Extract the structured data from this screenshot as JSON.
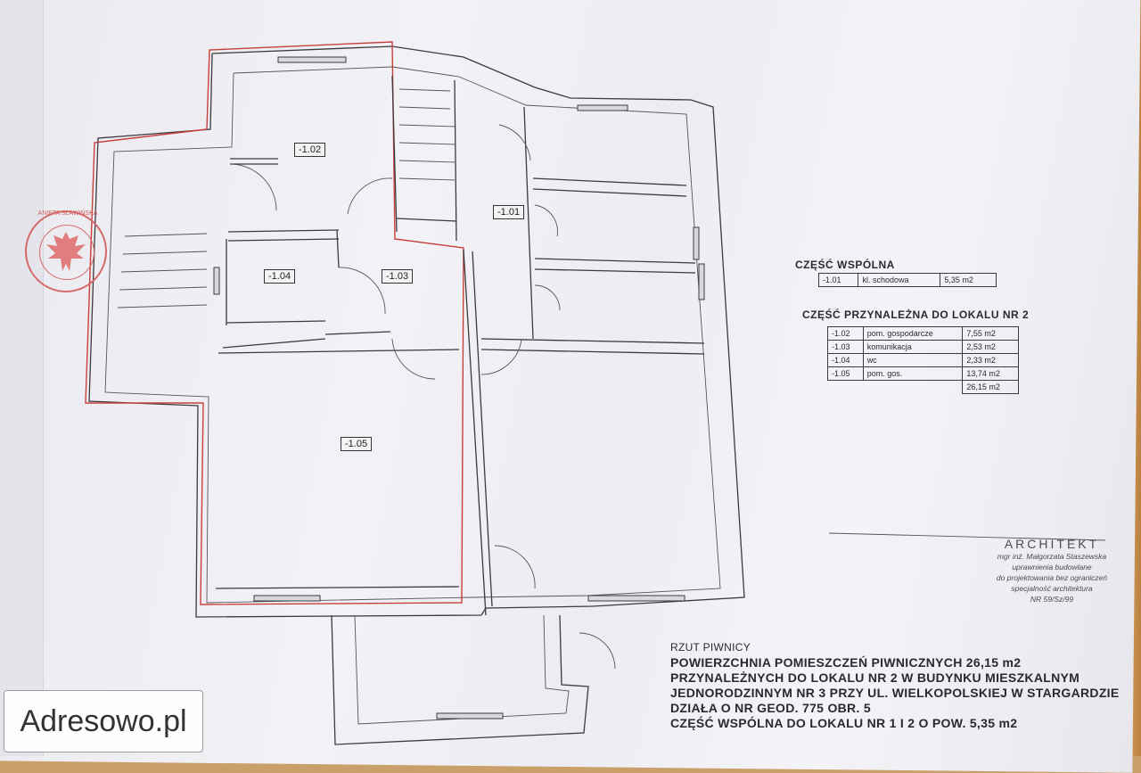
{
  "rooms": {
    "r102": "-1.02",
    "r101": "-1.01",
    "r104": "-1.04",
    "r103": "-1.03",
    "r105": "-1.05"
  },
  "common": {
    "heading": "CZĘŚĆ WSPÓLNA",
    "rows": [
      [
        "-1.01",
        "kl. schodowa",
        "5,35 m2"
      ]
    ]
  },
  "belonging": {
    "heading": "CZĘŚĆ PRZYNALEŻNA DO LOKALU NR 2",
    "rows": [
      [
        "-1.02",
        "pom. gospodarcze",
        "7,55 m2"
      ],
      [
        "-1.03",
        "komunikacja",
        "2,53 m2"
      ],
      [
        "-1.04",
        "wc",
        "2,33 m2"
      ],
      [
        "-1.05",
        "pom. gos.",
        "13,74 m2"
      ]
    ],
    "total": "26,15 m2"
  },
  "architect": {
    "title": "ARCHITEKT",
    "lines": [
      "mgr inż. Małgorzata Staszewska",
      "uprawnienia budowlane",
      "do projektowania bez ograniczeń",
      "specjalność architektura",
      "NR 59/Sz/99"
    ]
  },
  "title_block": [
    "RZUT PIWNICY",
    "POWIERZCHNIA  POMIESZCZEŃ  PIWNICZNYCH 26,15 m2",
    "PRZYNALEŻNYCH DO LOKALU NR 2    W BUDYNKU MIESZKALNYM",
    "JEDNORODZINNYM NR 3 PRZY UL. WIELKOPOLSKIEJ W STARGARDZIE",
    "DZIAŁA O NR GEOD. 775 OBR. 5",
    "CZĘŚĆ WSPÓLNA    DO LOKALU NR 1 I 2 O POW. 5,35 m2"
  ],
  "stamp_text": "ANIETA SŁAWIŃSKA",
  "watermark": "Adresowo.pl",
  "colors": {
    "red_outline": "#c8403a",
    "ink": "#2a2a2e"
  }
}
